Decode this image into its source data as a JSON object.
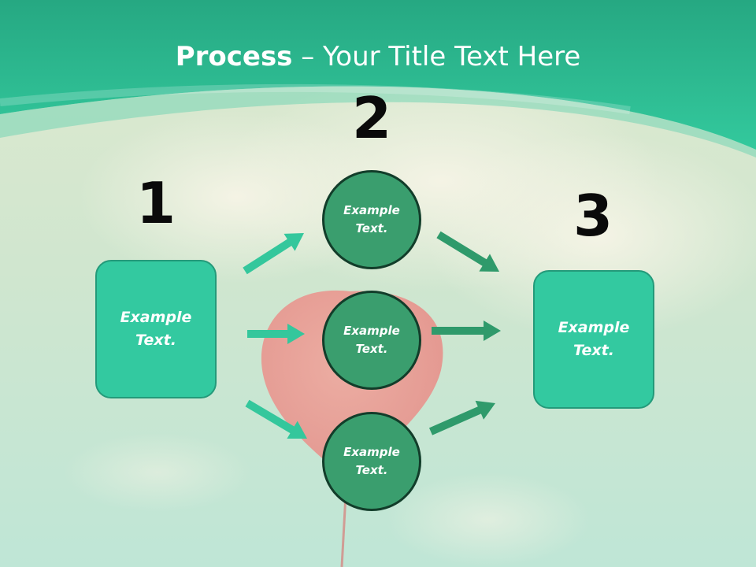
{
  "title": {
    "bold": "Process",
    "rest": " – Your Title Text Here"
  },
  "steps": [
    {
      "number": "1",
      "text_line1": "Example",
      "text_line2": "Text."
    },
    {
      "number": "2"
    },
    {
      "number": "3",
      "text_line1": "Example",
      "text_line2": "Text."
    }
  ],
  "circles": [
    {
      "text_line1": "Example",
      "text_line2": "Text."
    },
    {
      "text_line1": "Example",
      "text_line2": "Text."
    },
    {
      "text_line1": "Example",
      "text_line2": "Text."
    }
  ],
  "colors": {
    "header": "#2ec49a",
    "box_fill": "#33c9a0",
    "circle_fill": "#3a9e6e",
    "arrow_left": "#34c79c",
    "arrow_right": "#2f9a6b"
  }
}
